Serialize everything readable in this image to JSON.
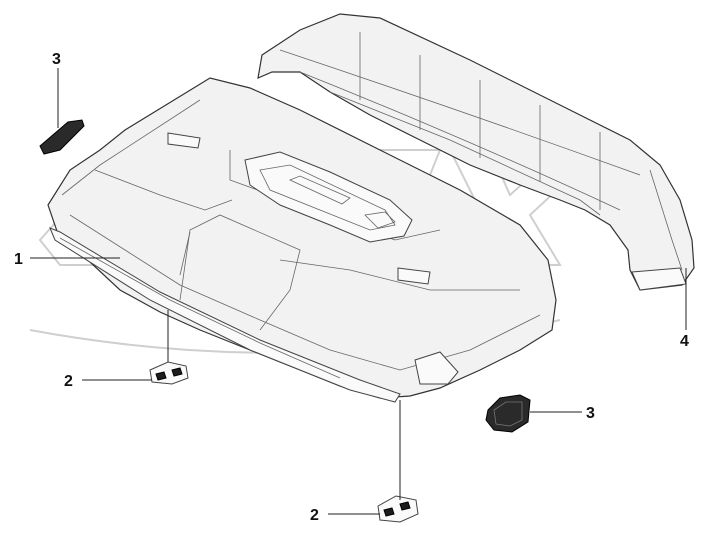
{
  "callouts": [
    {
      "label": "1"
    },
    {
      "label": "2"
    },
    {
      "label": "2"
    },
    {
      "label": "3"
    },
    {
      "label": "3"
    },
    {
      "label": "4"
    }
  ],
  "colors": {
    "line": "#333333",
    "fill": "#f2f2f2",
    "dark_part": "#1c1c1c",
    "watermark": "#cfcfcf"
  }
}
